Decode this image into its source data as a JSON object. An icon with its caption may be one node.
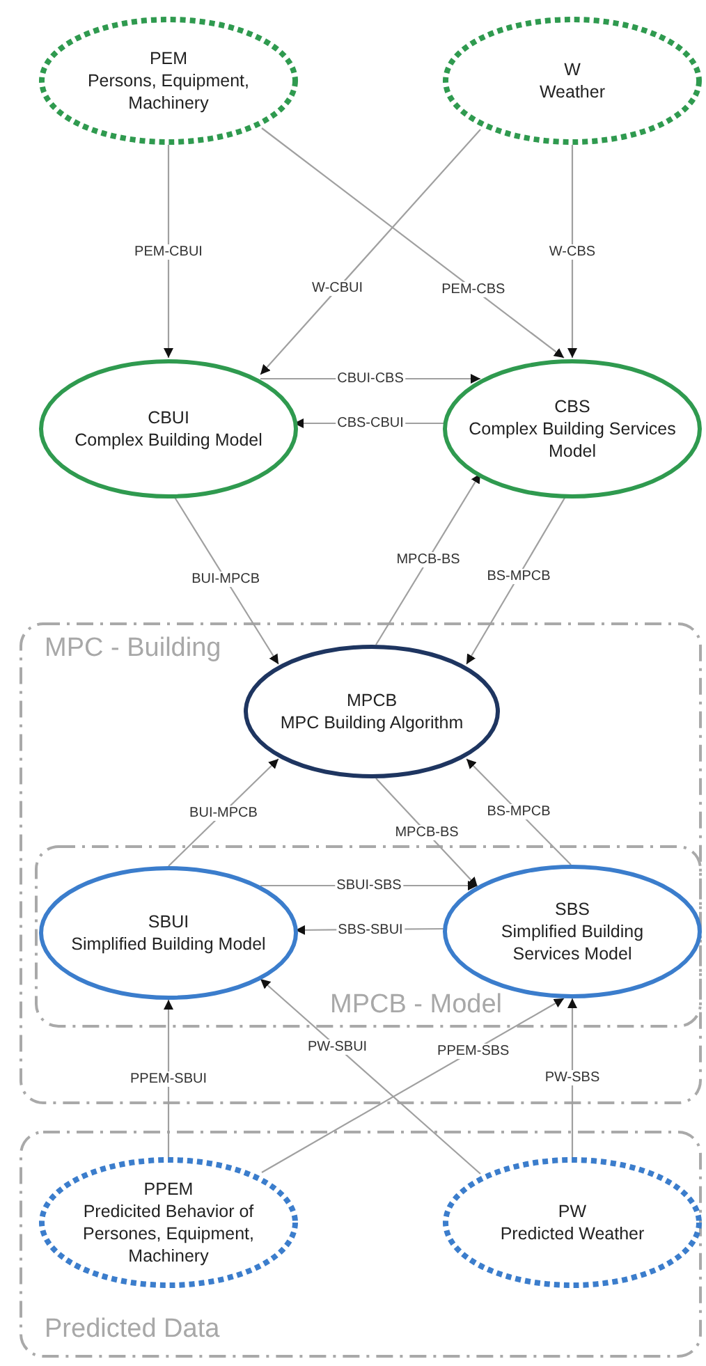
{
  "diagram": {
    "nodes": [
      {
        "text": [
          "PEM",
          "Persons, Equipment, Machinery"
        ]
      },
      {
        "text": [
          "W",
          "Weather"
        ]
      },
      {
        "text": [
          "CBUI",
          "Complex Building Model"
        ]
      },
      {
        "text": [
          "CBS",
          "Complex Building Services Model"
        ]
      },
      {
        "text": [
          "MPC - Building"
        ]
      },
      {
        "text": [
          "MPCB",
          "MPC Building Algorithm"
        ],
        "in": 4
      },
      {
        "text": [
          "MPCB - Model"
        ],
        "in": 4
      },
      {
        "text": [
          "SBUI",
          "Simplified Building Model"
        ],
        "in": 6
      },
      {
        "text": [
          "SBS",
          "Simplified Building Services Model"
        ],
        "in": 6
      },
      {
        "text": [
          "Predicted Data"
        ]
      },
      {
        "text": [
          "PPEM",
          "Predicited Behavior of Persones, Equipment, Machinery"
        ],
        "in": 9
      },
      {
        "text": [
          "PW",
          "Predicted Weather"
        ],
        "in": 9
      }
    ],
    "edges": [
      {
        "from": 0,
        "to": 2,
        "arrow": "to",
        "label": "PEM-CBUI"
      },
      {
        "from": 1,
        "to": 2,
        "arrow": "to",
        "label": "W-CBUI"
      },
      {
        "from": 0,
        "to": 3,
        "arrow": "to",
        "label": "PEM-CBS"
      },
      {
        "from": 1,
        "to": 3,
        "arrow": "to",
        "label": "W-CBS"
      },
      {
        "from": 2,
        "to": 3,
        "arrow": "to",
        "label": "CBUI-CBS"
      },
      {
        "from": 3,
        "to": 2,
        "arrow": "to",
        "label": "CBS-CBUI"
      },
      {
        "from": 2,
        "to": 5,
        "arrow": "to",
        "label": "BUI-MPCB"
      },
      {
        "from": 5,
        "to": 3,
        "arrow": "to",
        "label": "MPCB-BS"
      },
      {
        "from": 3,
        "to": 5,
        "arrow": "to",
        "label": "BS-MPCB"
      },
      {
        "from": 7,
        "to": 5,
        "arrow": "to",
        "label": "BUI-MPCB"
      },
      {
        "from": 5,
        "to": 8,
        "arrow": "to",
        "label": "MPCB-BS"
      },
      {
        "from": 8,
        "to": 5,
        "arrow": "to",
        "label": "BS-MPCB"
      },
      {
        "from": 7,
        "to": 8,
        "arrow": "to",
        "label": "SBUI-SBS"
      },
      {
        "from": 8,
        "to": 7,
        "arrow": "to",
        "label": "SBS-SBUI"
      },
      {
        "from": 10,
        "to": 7,
        "arrow": "to",
        "label": "PPEM-SBUI"
      },
      {
        "from": 11,
        "to": 7,
        "arrow": "to",
        "label": "PW-SBUI"
      },
      {
        "from": 10,
        "to": 8,
        "arrow": "to",
        "label": "PPEM-SBS"
      },
      {
        "from": 11,
        "to": 8,
        "arrow": "to",
        "label": "PW-SBS"
      }
    ]
  }
}
